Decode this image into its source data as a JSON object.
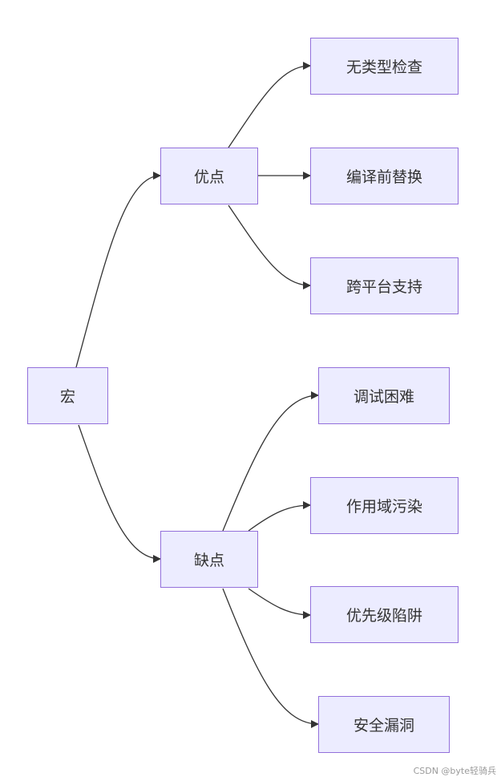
{
  "nodes": {
    "root": "宏",
    "pros": "优点",
    "cons": "缺点",
    "pro1": "无类型检查",
    "pro2": "编译前替换",
    "pro3": "跨平台支持",
    "con1": "调试困难",
    "con2": "作用域污染",
    "con3": "优先级陷阱",
    "con4": "安全漏洞"
  },
  "watermark": "CSDN @byte轻骑兵",
  "colors": {
    "node_fill": "#ececff",
    "node_border": "#9370db",
    "edge": "#333333",
    "text": "#333333"
  }
}
